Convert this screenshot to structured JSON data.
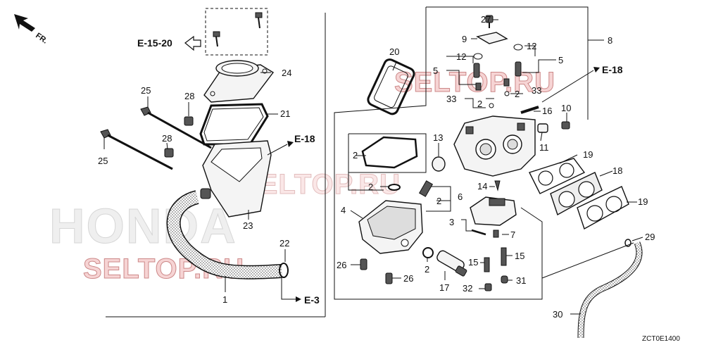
{
  "watermarks": {
    "seltop_upper": "SELTOP.RU",
    "seltop_lower": "SELTOP.RU",
    "honda": "HONDA",
    "seltop_middle": "SELTOP.RU"
  },
  "direction_label": "FR.",
  "diagram_code": "ZCT0E1400",
  "references": {
    "e15_20": "E-15-20",
    "e18_top": "E-18",
    "e18_mid": "E-18",
    "e3": "E-3"
  },
  "callouts": {
    "c1": "1",
    "c2a": "2",
    "c2b": "2",
    "c2c": "2",
    "c2d": "2",
    "c2e": "2",
    "c2f": "2",
    "c2g": "2",
    "c3": "3",
    "c4": "4",
    "c5a": "5",
    "c5b": "5",
    "c6": "6",
    "c7": "7",
    "c8": "8",
    "c9": "9",
    "c10": "10",
    "c11": "11",
    "c12a": "12",
    "c12b": "12",
    "c13": "13",
    "c14": "14",
    "c15a": "15",
    "c15b": "15",
    "c16": "16",
    "c17": "17",
    "c18": "18",
    "c19a": "19",
    "c19b": "19",
    "c20": "20",
    "c21": "21",
    "c22": "22",
    "c23": "23",
    "c24": "24",
    "c25a": "25",
    "c25b": "25",
    "c26a": "26",
    "c26b": "26",
    "c27": "27",
    "c28a": "28",
    "c28b": "28",
    "c29": "29",
    "c30": "30",
    "c31": "31",
    "c32": "32",
    "c33a": "33",
    "c33b": "33"
  },
  "colors": {
    "line": "#111111",
    "watermark_red": "#c88888",
    "watermark_gray": "#d6d6d6"
  }
}
